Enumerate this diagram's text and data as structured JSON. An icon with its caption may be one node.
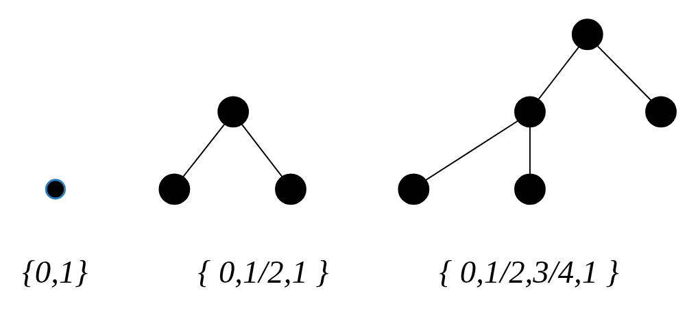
{
  "diagram": {
    "nodes": [
      {
        "text": [],
        "shape": "circle"
      },
      {
        "text": [],
        "shape": "circle"
      },
      {
        "text": [],
        "shape": "circle"
      },
      {
        "text": [],
        "shape": "circle"
      },
      {
        "text": [],
        "shape": "circle"
      },
      {
        "text": [],
        "shape": "circle"
      },
      {
        "text": [],
        "shape": "circle"
      },
      {
        "text": [],
        "shape": "circle"
      },
      {
        "text": [],
        "shape": "circle"
      }
    ],
    "edges": [
      {
        "from": 1,
        "to": 2,
        "arrow": "none"
      },
      {
        "from": 1,
        "to": 3,
        "arrow": "none"
      },
      {
        "from": 4,
        "to": 6,
        "arrow": "none"
      },
      {
        "from": 4,
        "to": 5,
        "arrow": "none"
      },
      {
        "from": 5,
        "to": 7,
        "arrow": "none"
      },
      {
        "from": 5,
        "to": 8,
        "arrow": "none"
      }
    ],
    "labels": [
      "{0,1}",
      "{ 0,1/2,1 }",
      "{ 0,1/2,3/4,1 }"
    ]
  }
}
